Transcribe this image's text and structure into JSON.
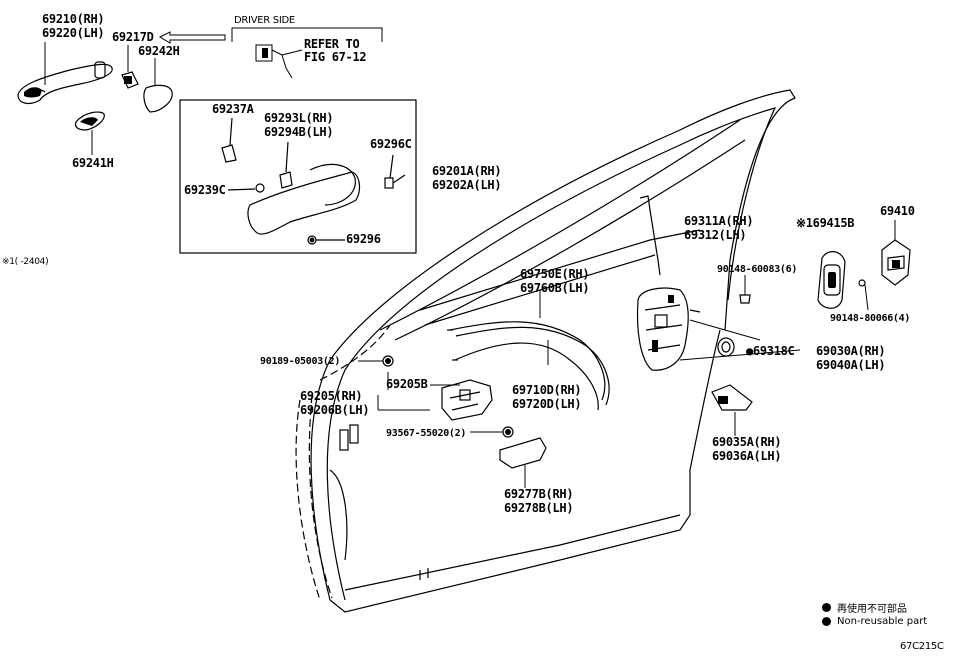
{
  "labels": {
    "l69210": "69210(RH)",
    "l69220": "69220(LH)",
    "l69217": "69217D",
    "l69242": "69242H",
    "l69241": "69241H",
    "driver_side": "DRIVER SIDE",
    "refer_1": "REFER TO",
    "refer_2": "FIG 67-12",
    "l69237": "69237A",
    "l69293": "69293L(RH)",
    "l69294": "69294B(LH)",
    "l69296c": "69296C",
    "l69239": "69239C",
    "l69296": "69296",
    "l69201": "69201A(RH)",
    "l69202": "69202A(LH)",
    "note1": "※1(    -2404)",
    "l69311": "69311A(RH)",
    "l69312": "69312(LH)",
    "l69415": "※169415B",
    "l69410": "69410",
    "l90148a": "90148-60083(6)",
    "l90148b": "90148-80066(4)",
    "l69750": "69750E(RH)",
    "l69760": "69760B(LH)",
    "l90189": "90189-05003(2)",
    "l69318": "●69318C",
    "l69030": "69030A(RH)",
    "l69040": "69040A(LH)",
    "l69205b": "69205B",
    "l69205": "69205(RH)",
    "l69206": "69206B(LH)",
    "l69710": "69710D(RH)",
    "l69720": "69720D(LH)",
    "l93567": "93567-55020(2)",
    "l69035": "69035A(RH)",
    "l69036": "69036A(LH)",
    "l69277": "69277B(RH)",
    "l69278": "69278B(LH)"
  },
  "legend": {
    "jp": "再使用不可部品",
    "en": "Non-reusable part"
  },
  "figure_code": "67C215C"
}
